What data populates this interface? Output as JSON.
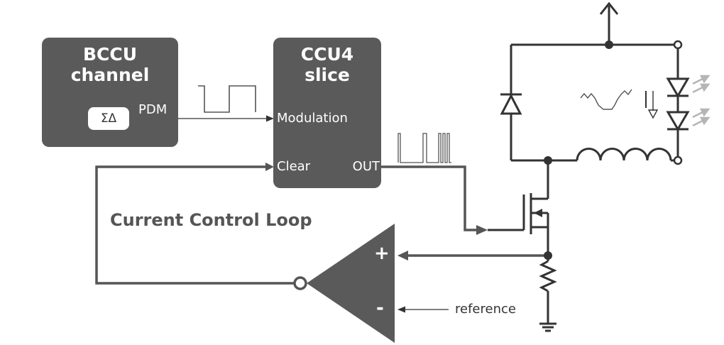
{
  "bccu": {
    "title_line1": "BCCU",
    "title_line2": "channel",
    "sigma_delta": "ΣΔ",
    "pdm_label": "PDM"
  },
  "ccu4": {
    "title_line1": "CCU4",
    "title_line2": "slice",
    "modulation_label": "Modulation",
    "clear_label": "Clear",
    "out_label": "OUT"
  },
  "loop": {
    "title": "Current Control Loop",
    "reference_label": "reference",
    "plus_sign": "+",
    "minus_sign": "-"
  },
  "colors": {
    "block_fill": "#5a5a5a",
    "wire": "#555555",
    "signal_line": "#333333",
    "text_dark": "#555555",
    "led_glow": "#b5b5b5"
  }
}
